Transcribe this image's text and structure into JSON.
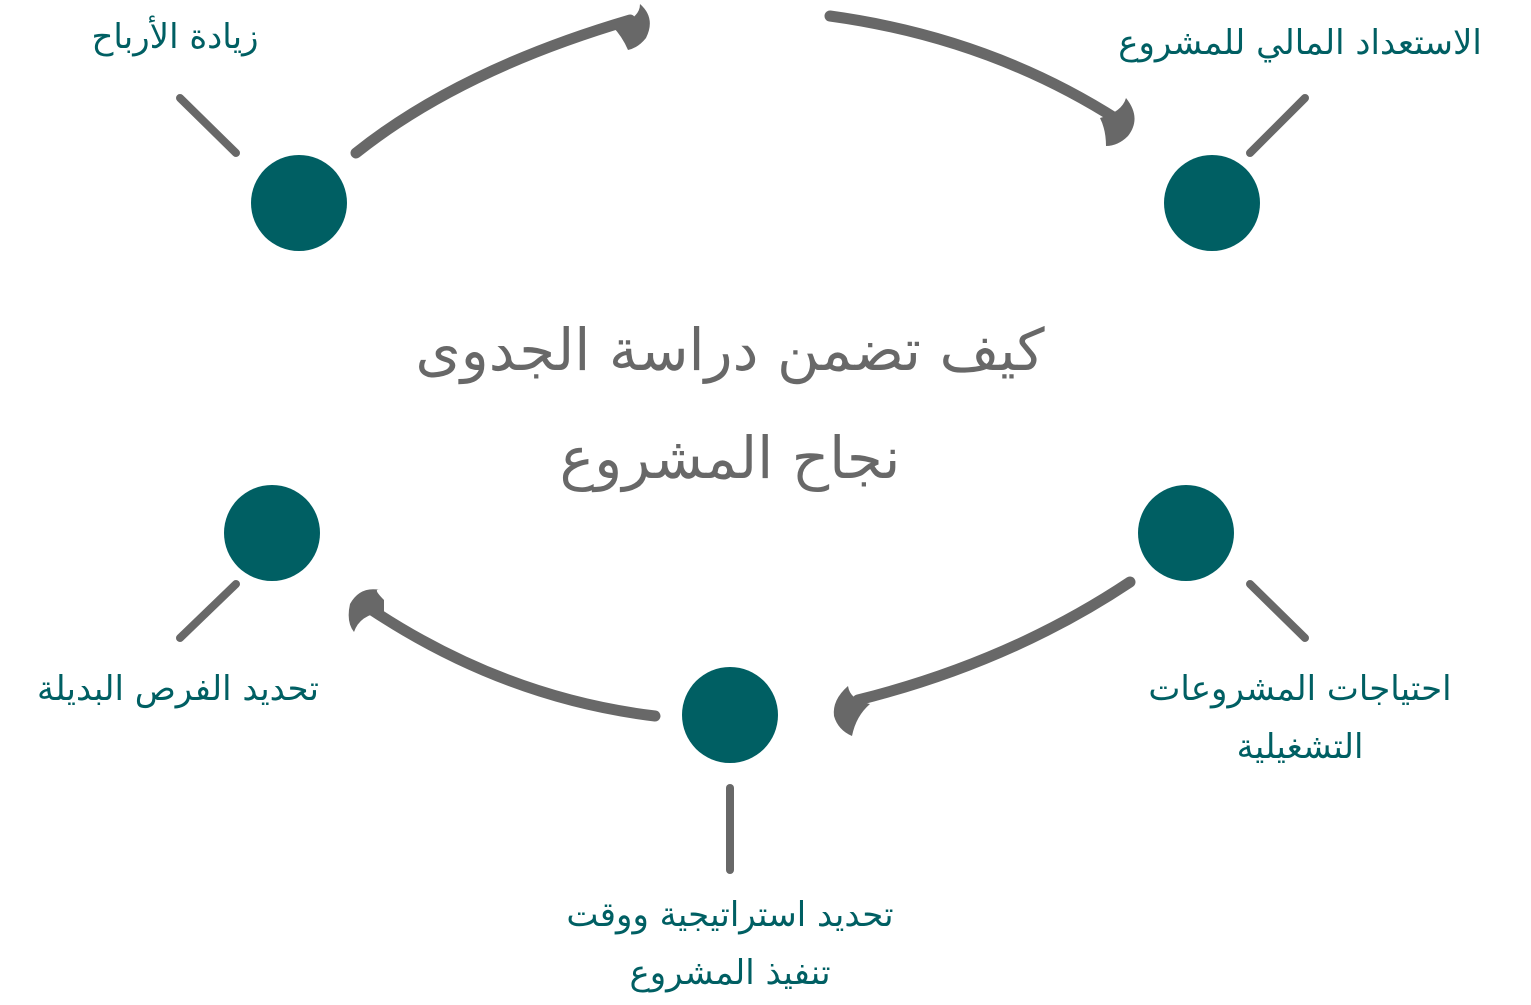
{
  "title": {
    "line1": "كيف تضمن دراسة الجدوى",
    "line2": "نجاح المشروع"
  },
  "nodes": [
    {
      "id": "top-left",
      "label": [
        "زيادة الأرباح"
      ]
    },
    {
      "id": "top-right",
      "label": [
        "الاستعداد المالي للمشروع"
      ]
    },
    {
      "id": "bottom-right",
      "label": [
        "احتياجات المشروعات",
        "التشغيلية"
      ]
    },
    {
      "id": "bottom-center",
      "label": [
        "تحديد استراتيجية ووقت",
        "تنفيذ المشروع"
      ]
    },
    {
      "id": "bottom-left",
      "label": [
        "تحديد الفرص البديلة"
      ]
    }
  ],
  "colors": {
    "node": "#005f63",
    "connector": "#686868",
    "label": "#005f63",
    "title": "#686868"
  }
}
